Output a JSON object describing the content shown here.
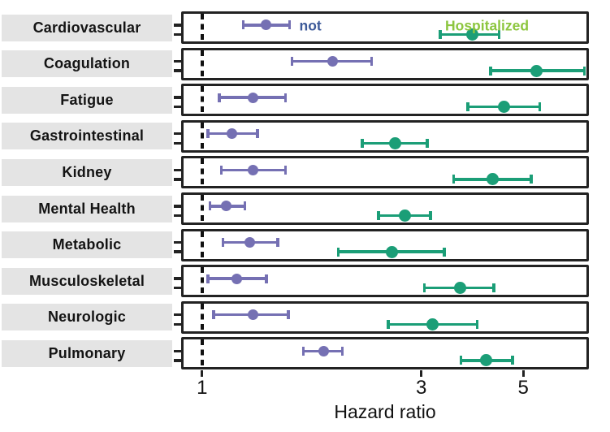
{
  "figure": {
    "kind": "forest-plot",
    "background": "#ffffff",
    "panel_border_color": "#222222",
    "label_box_color": "#e4e4e4"
  },
  "chart_data": {
    "type": "scatter",
    "subtype": "forest-plot-hazard-ratios",
    "title": "",
    "xlabel": "Hazard ratio",
    "x_scale": "log",
    "xlim": [
      0.9,
      6.95
    ],
    "x_ticks": [
      1,
      3,
      5
    ],
    "reference_line_x": 1,
    "grid": false,
    "legend_position": "inside-top-panel",
    "categories": [
      "Cardiovascular",
      "Coagulation",
      "Fatigue",
      "Gastrointestinal",
      "Kidney",
      "Mental Health",
      "Metabolic",
      "Musculoskeletal",
      "Neurologic",
      "Pulmonary"
    ],
    "series": [
      {
        "name": "not",
        "color": "#7570b3",
        "label_color": "#3d5a99",
        "values": [
          {
            "hr": 1.38,
            "lo": 1.23,
            "hi": 1.55
          },
          {
            "hr": 1.92,
            "lo": 1.57,
            "hi": 2.34
          },
          {
            "hr": 1.29,
            "lo": 1.09,
            "hi": 1.52
          },
          {
            "hr": 1.16,
            "lo": 1.03,
            "hi": 1.32
          },
          {
            "hr": 1.29,
            "lo": 1.1,
            "hi": 1.52
          },
          {
            "hr": 1.13,
            "lo": 1.04,
            "hi": 1.24
          },
          {
            "hr": 1.27,
            "lo": 1.11,
            "hi": 1.46
          },
          {
            "hr": 1.19,
            "lo": 1.03,
            "hi": 1.38
          },
          {
            "hr": 1.29,
            "lo": 1.06,
            "hi": 1.54
          },
          {
            "hr": 1.84,
            "lo": 1.66,
            "hi": 2.02
          }
        ]
      },
      {
        "name": "Hospitalized",
        "color": "#1b9e77",
        "label_color": "#8dc63f",
        "values": [
          {
            "hr": 3.87,
            "lo": 3.3,
            "hi": 4.43
          },
          {
            "hr": 5.35,
            "lo": 4.25,
            "hi": 6.79
          },
          {
            "hr": 4.54,
            "lo": 3.79,
            "hi": 5.43
          },
          {
            "hr": 2.63,
            "lo": 2.23,
            "hi": 3.09
          },
          {
            "hr": 4.29,
            "lo": 3.53,
            "hi": 5.21
          },
          {
            "hr": 2.76,
            "lo": 2.42,
            "hi": 3.14
          },
          {
            "hr": 2.59,
            "lo": 1.98,
            "hi": 3.37
          },
          {
            "hr": 3.64,
            "lo": 3.05,
            "hi": 4.32
          },
          {
            "hr": 3.17,
            "lo": 2.54,
            "hi": 3.97
          },
          {
            "hr": 4.16,
            "lo": 3.66,
            "hi": 4.74
          }
        ]
      }
    ]
  }
}
